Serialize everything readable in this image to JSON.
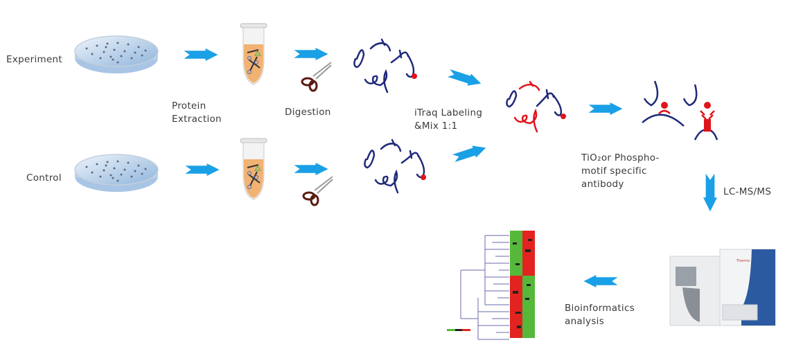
{
  "diagram": {
    "title": "iTRAQ phosphoproteomics workflow",
    "rows": {
      "experiment": "Experiment",
      "control": "Control"
    },
    "steps": {
      "protein_extraction": "Protein\nExtraction",
      "digestion": "Digestion",
      "itraq": "iTraq Labeling\n&Mix 1:1",
      "enrichment": "TiO₂or Phospho-\nmotif specific\nantibody",
      "lcms": "LC-MS/MS",
      "bioinformatics": "Bioinformatics\nanalysis"
    },
    "icons": {
      "sample": "petri-dish",
      "extraction": "microcentrifuge-tube",
      "digestion": "scissors",
      "peptides": "peptide-fragments",
      "labeled_peptides": "labeled-peptide-fragments",
      "enrichment": "phosphopeptide-capture",
      "instrument": "mass-spectrometer",
      "result": "heatmap-dendrogram"
    },
    "colors": {
      "arrow": "#1aa0e6",
      "peptide": "#1f2a7a",
      "label_tag": "#e0141b",
      "heatmap_up": "#e3231f",
      "heatmap_down": "#55b83a",
      "instrument_accent": "#2c5aa0"
    }
  }
}
